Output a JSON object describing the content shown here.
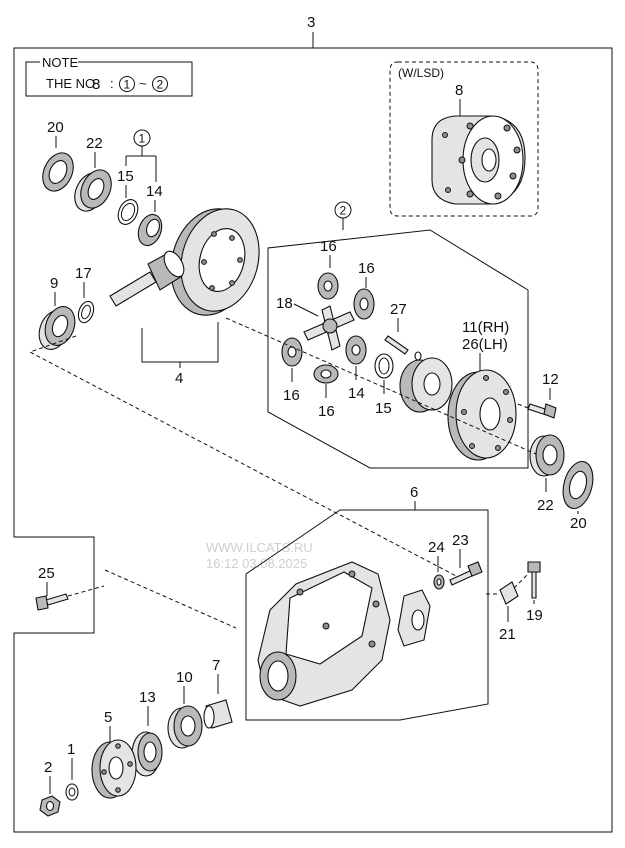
{
  "note": {
    "title": "NOTE",
    "line_prefix": "THE NO",
    "line_number": "8",
    "line_rest": ":",
    "ref_a": "1",
    "tilde": "~",
    "ref_b": "2"
  },
  "lsd_box": {
    "title": "(W/LSD)"
  },
  "watermark": {
    "line1": "WWW.ILCATS.RU",
    "line2": "16:12 03.08.2025"
  },
  "callouts": {
    "c3": "3",
    "c20a": "20",
    "c22a": "22",
    "c1circ": "1",
    "c15a": "15",
    "c14a": "14",
    "c9": "9",
    "c17": "17",
    "c4": "4",
    "c8": "8",
    "c2circ": "2",
    "c16a": "16",
    "c16b": "16",
    "c18": "18",
    "c27": "27",
    "c11": "11(RH)",
    "c26": "26(LH)",
    "c16c": "16",
    "c16d": "16",
    "c14b": "14",
    "c15b": "15",
    "c12": "12",
    "c22b": "22",
    "c20b": "20",
    "c6": "6",
    "c24": "24",
    "c23": "23",
    "c25": "25",
    "c19": "19",
    "c21": "21",
    "c7": "7",
    "c10": "10",
    "c13": "13",
    "c5": "5",
    "c2": "2",
    "c1": "1"
  }
}
